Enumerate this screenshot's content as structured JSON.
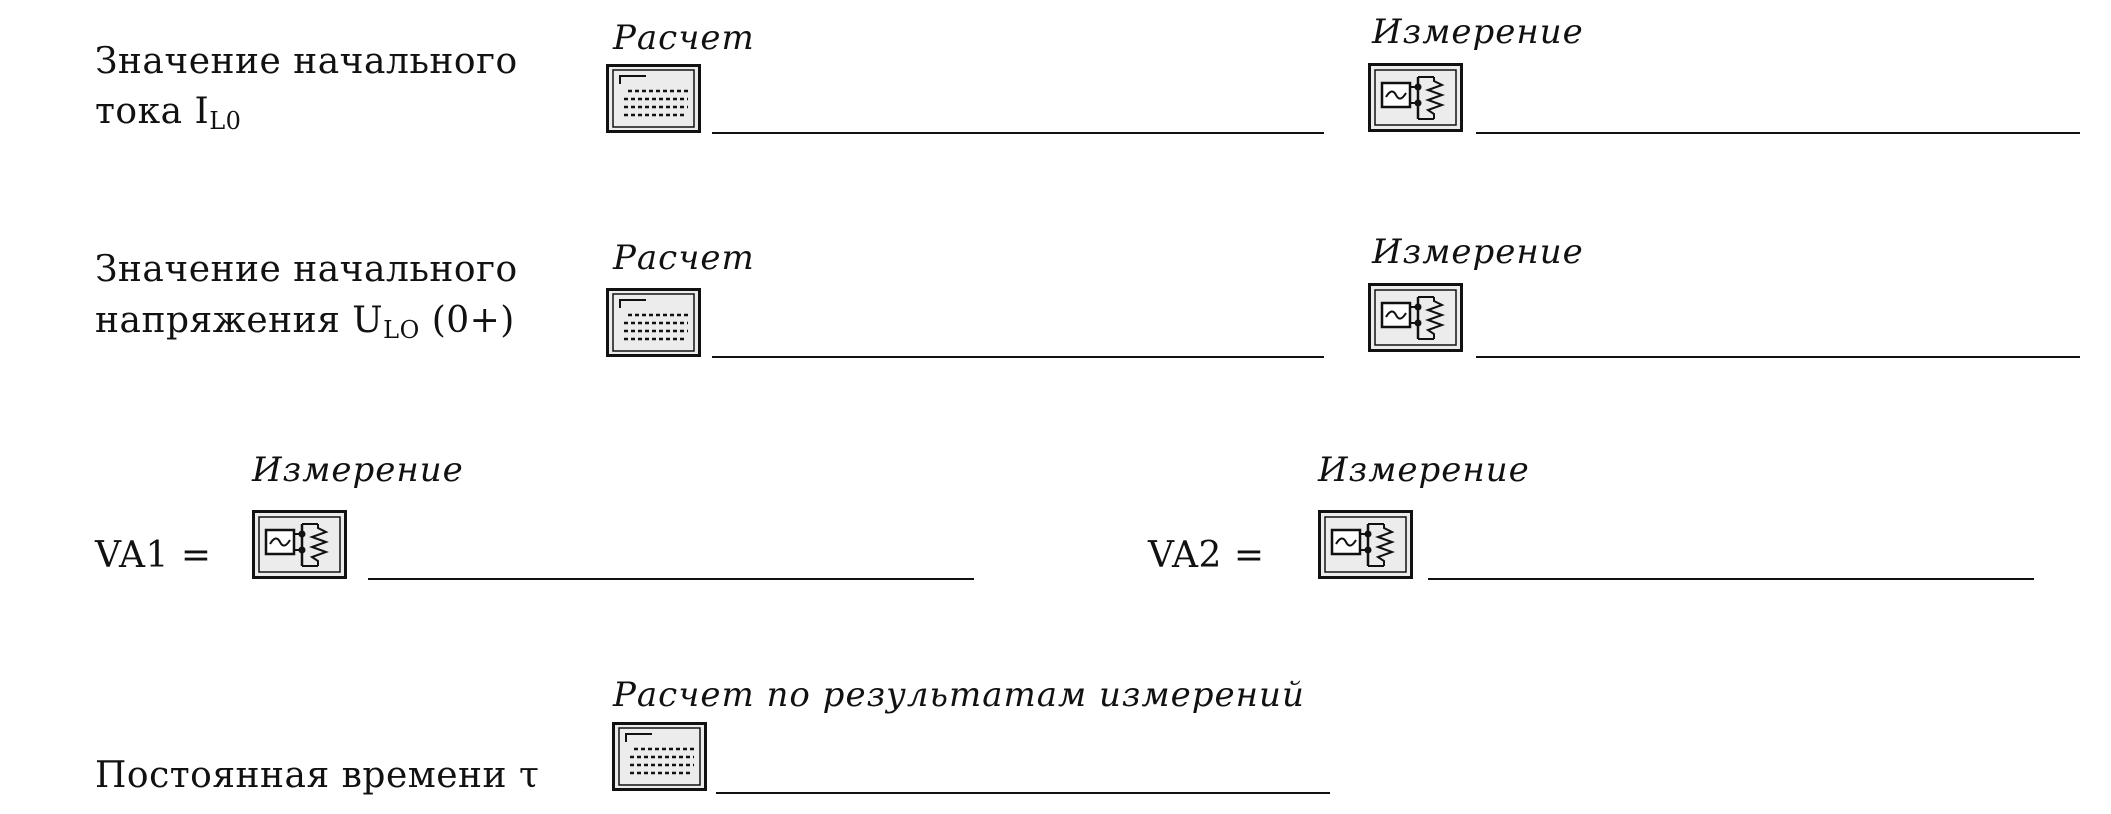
{
  "rows": [
    {
      "label_l1": "Значение начального",
      "label_l2_text": "тока I",
      "label_l2_sub": "L0",
      "label_l2_tail": "",
      "calc_caption": "Расчет",
      "meas_caption": "Измерение"
    },
    {
      "label_l1": "Значение начального",
      "label_l2_text": "напряжения U",
      "label_l2_sub": "LO",
      "label_l2_tail": " (0+)",
      "calc_caption": "Расчет",
      "meas_caption": "Измерение"
    }
  ],
  "va": [
    {
      "label": "VA1 =",
      "caption": "Измерение"
    },
    {
      "label": "VA2 =",
      "caption": "Измерение"
    }
  ],
  "tau": {
    "label": "Постоянная времени τ",
    "caption": "Расчет по результатам измерений"
  },
  "icons": {
    "calc": "calculator-icon",
    "meas": "multimeter-icon"
  },
  "colors": {
    "ink": "#111111",
    "icon_fill": "#ececec"
  }
}
